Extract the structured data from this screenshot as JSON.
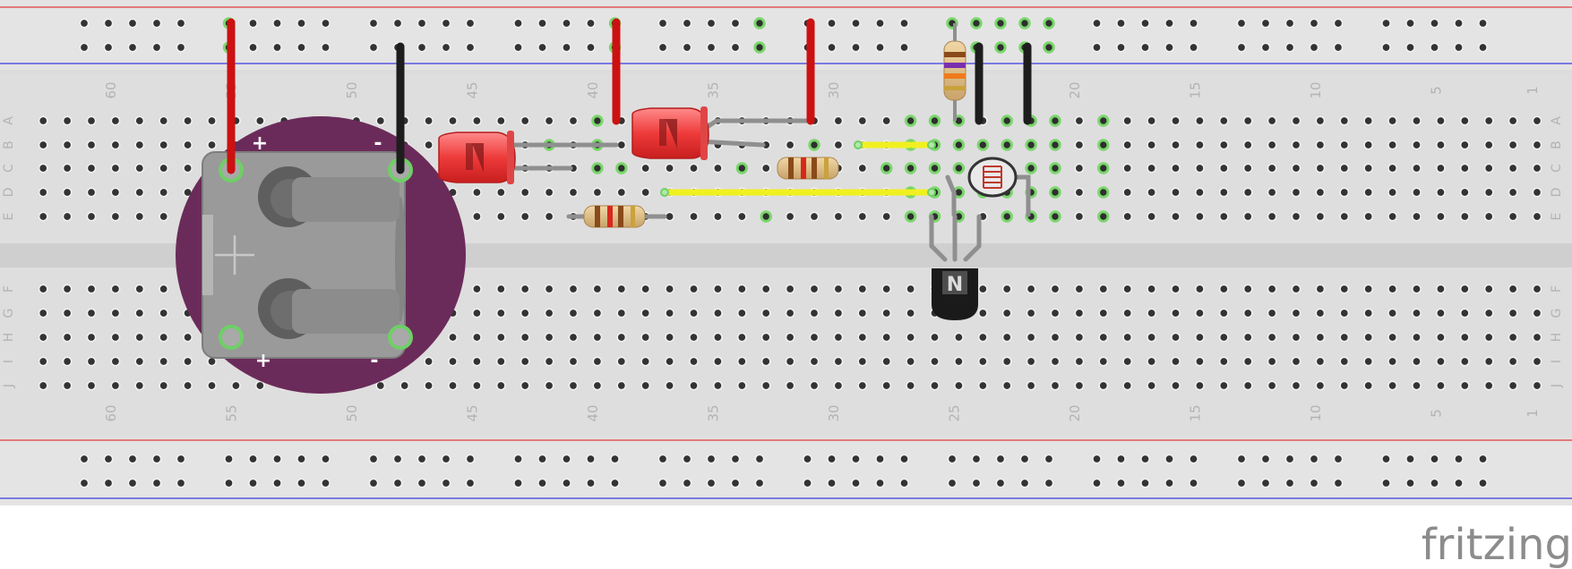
{
  "logo_text": "fritzing",
  "column_numbers": [
    "60",
    "55",
    "50",
    "45",
    "40",
    "35",
    "30",
    "25",
    "20",
    "15",
    "10",
    "5",
    "1"
  ],
  "row_letters_top": [
    "A",
    "B",
    "C",
    "D",
    "E"
  ],
  "row_letters_bottom": [
    "F",
    "G",
    "H",
    "I",
    "J"
  ],
  "battery_plus": "+",
  "battery_minus": "-",
  "transistor_label": "N",
  "colors": {
    "board": "#d9d9d9",
    "rail": "#e2e2e2",
    "hole": "#3a3a3a",
    "hole_lit": "#7bd86b",
    "rail_red": "#e23b3b",
    "rail_blue": "#3a3ae0",
    "wire_red": "#cc1111",
    "wire_black": "#1d1d1d",
    "wire_yellow": "#f0f020",
    "wire_grey": "#8f8f8f",
    "led_red": "#ee3b3b",
    "battery_holder": "#6e2d5c",
    "transistor": "#1a1a1a"
  },
  "icons": [
    "coin-cell-battery-icon",
    "red-led-icon",
    "resistor-icon",
    "photoresistor-icon",
    "npn-transistor-icon"
  ]
}
